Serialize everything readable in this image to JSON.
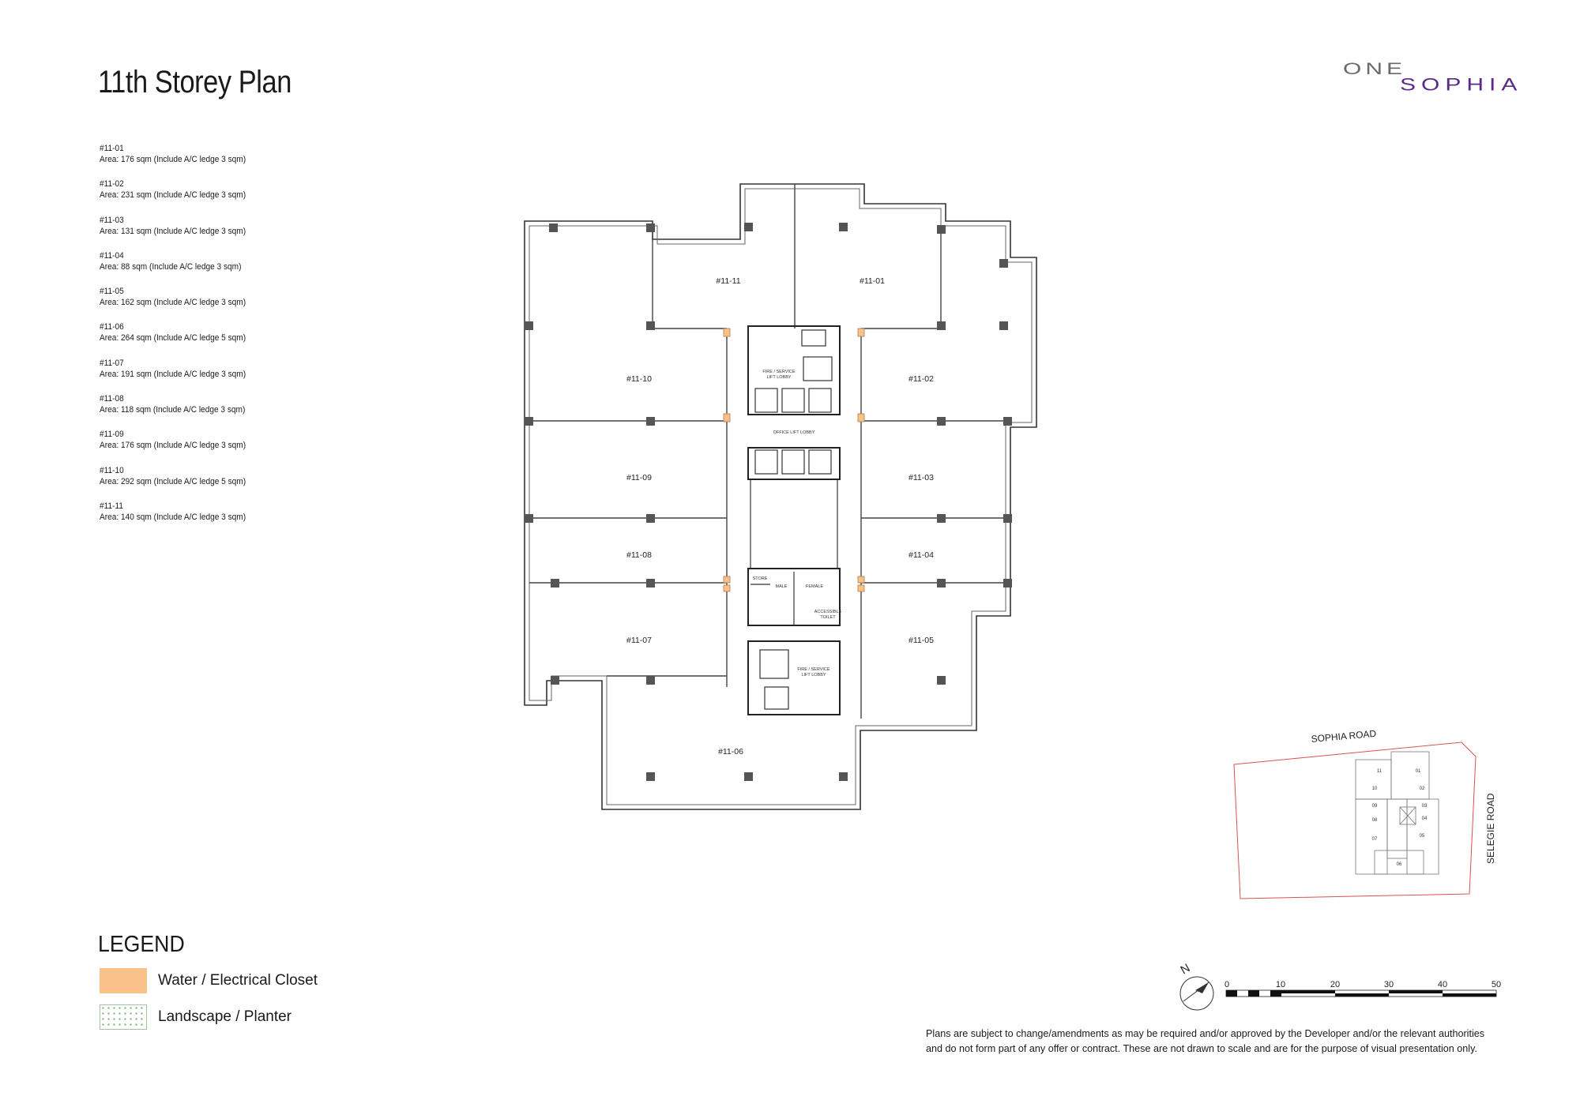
{
  "title": "11th Storey Plan",
  "logo": {
    "line1": "ONE",
    "line2": "SOPHIA"
  },
  "units": [
    {
      "id": "#11-01",
      "area": "Area: 176 sqm (Include A/C ledge 3 sqm)"
    },
    {
      "id": "#11-02",
      "area": "Area: 231 sqm (Include A/C ledge 3 sqm)"
    },
    {
      "id": "#11-03",
      "area": "Area: 131 sqm (Include A/C ledge 3 sqm)"
    },
    {
      "id": "#11-04",
      "area": "Area: 88 sqm (Include A/C ledge 3 sqm)"
    },
    {
      "id": "#11-05",
      "area": "Area: 162 sqm (Include A/C ledge 3 sqm)"
    },
    {
      "id": "#11-06",
      "area": "Area: 264 sqm (Include A/C ledge 5 sqm)"
    },
    {
      "id": "#11-07",
      "area": "Area: 191 sqm (Include A/C ledge 3 sqm)"
    },
    {
      "id": "#11-08",
      "area": "Area: 118 sqm (Include A/C ledge 3 sqm)"
    },
    {
      "id": "#11-09",
      "area": "Area: 176 sqm (Include A/C ledge 3 sqm)"
    },
    {
      "id": "#11-10",
      "area": "Area: 292 sqm (Include A/C ledge 5 sqm)"
    },
    {
      "id": "#11-11",
      "area": "Area: 140 sqm (Include A/C ledge 3 sqm)"
    }
  ],
  "plan": {
    "unit_labels": {
      "u01": "#11-01",
      "u02": "#11-02",
      "u03": "#11-03",
      "u04": "#11-04",
      "u05": "#11-05",
      "u06": "#11-06",
      "u07": "#11-07",
      "u08": "#11-08",
      "u09": "#11-09",
      "u10": "#11-10",
      "u11": "#11-11"
    },
    "core_labels": {
      "fire_lobby_1": "FIRE / SERVICE",
      "fire_lobby_1b": "LIFT LOBBY",
      "office_lobby": "OFFICE LIFT LOBBY",
      "store": "STORE",
      "male": "MALE",
      "female": "FEMALE",
      "accessible": "ACCESSIBLE",
      "accessible_b": "TOILET",
      "fire_lobby_2": "FIRE / SERVICE",
      "fire_lobby_2b": "LIFT LOBBY"
    }
  },
  "keyplan": {
    "road_top": "SOPHIA ROAD",
    "road_right": "SELEGIE ROAD",
    "labels": [
      "11",
      "01",
      "10",
      "02",
      "09",
      "03",
      "08",
      "04",
      "07",
      "05",
      "06"
    ]
  },
  "north": "N",
  "scale": {
    "ticks": [
      "0",
      "10",
      "20",
      "30",
      "40",
      "50"
    ]
  },
  "legend": {
    "title": "LEGEND",
    "items": [
      {
        "label": "Water / Electrical Closet",
        "color": "#fbc18a"
      },
      {
        "label": "Landscape / Planter",
        "color": "#9cc79c"
      }
    ]
  },
  "disclaimer": {
    "line1": "Plans are subject to change/amendments as may be required and/or approved by the Developer and/or the relevant authorities",
    "line2": "and do not form part of any offer or contract. These are not drawn to scale and are for the purpose of visual presentation only."
  },
  "colors": {
    "brand": "#5b2a86",
    "boundary": "#d9534f",
    "closet": "#fbc18a"
  }
}
